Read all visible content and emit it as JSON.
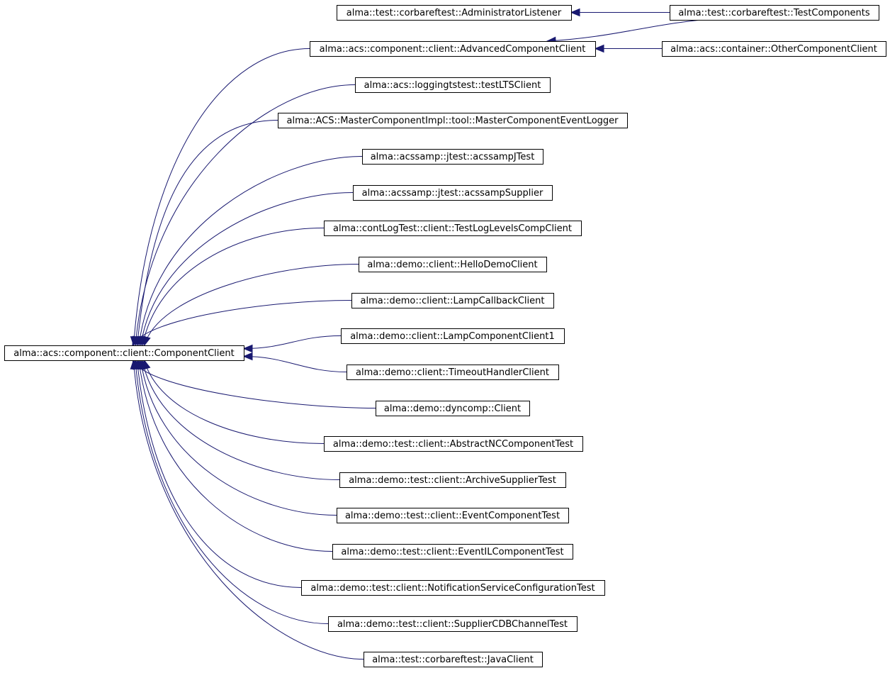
{
  "diagram": {
    "nodes": [
      {
        "id": "component_client",
        "label": "alma::acs::component::client::ComponentClient"
      },
      {
        "id": "admin_listener",
        "label": "alma::test::corbareftest::AdministratorListener"
      },
      {
        "id": "test_components",
        "label": "alma::test::corbareftest::TestComponents"
      },
      {
        "id": "advanced_client",
        "label": "alma::acs::component::client::AdvancedComponentClient"
      },
      {
        "id": "other_client",
        "label": "alma::acs::container::OtherComponentClient"
      },
      {
        "id": "lts_client",
        "label": "alma::acs::loggingtstest::testLTSClient"
      },
      {
        "id": "master_logger",
        "label": "alma::ACS::MasterComponentImpl::tool::MasterComponentEventLogger"
      },
      {
        "id": "acssamp_jtest",
        "label": "alma::acssamp::jtest::acssampJTest"
      },
      {
        "id": "acssamp_supplier",
        "label": "alma::acssamp::jtest::acssampSupplier"
      },
      {
        "id": "log_levels",
        "label": "alma::contLogTest::client::TestLogLevelsCompClient"
      },
      {
        "id": "hello_demo",
        "label": "alma::demo::client::HelloDemoClient"
      },
      {
        "id": "lamp_callback",
        "label": "alma::demo::client::LampCallbackClient"
      },
      {
        "id": "lamp_component",
        "label": "alma::demo::client::LampComponentClient1"
      },
      {
        "id": "timeout_handler",
        "label": "alma::demo::client::TimeoutHandlerClient"
      },
      {
        "id": "dyncomp_client",
        "label": "alma::demo::dyncomp::Client"
      },
      {
        "id": "abstract_nc",
        "label": "alma::demo::test::client::AbstractNCComponentTest"
      },
      {
        "id": "archive_supplier",
        "label": "alma::demo::test::client::ArchiveSupplierTest"
      },
      {
        "id": "event_component",
        "label": "alma::demo::test::client::EventComponentTest"
      },
      {
        "id": "event_il",
        "label": "alma::demo::test::client::EventILComponentTest"
      },
      {
        "id": "notification_config",
        "label": "alma::demo::test::client::NotificationServiceConfigurationTest"
      },
      {
        "id": "supplier_cdb",
        "label": "alma::demo::test::client::SupplierCDBChannelTest"
      },
      {
        "id": "java_client",
        "label": "alma::test::corbareftest::JavaClient"
      }
    ],
    "edges": [
      {
        "from": "test_components",
        "to": "admin_listener"
      },
      {
        "from": "test_components",
        "to": "advanced_client"
      },
      {
        "from": "other_client",
        "to": "advanced_client"
      },
      {
        "from": "advanced_client",
        "to": "component_client"
      },
      {
        "from": "lts_client",
        "to": "component_client"
      },
      {
        "from": "master_logger",
        "to": "component_client"
      },
      {
        "from": "acssamp_jtest",
        "to": "component_client"
      },
      {
        "from": "acssamp_supplier",
        "to": "component_client"
      },
      {
        "from": "log_levels",
        "to": "component_client"
      },
      {
        "from": "hello_demo",
        "to": "component_client"
      },
      {
        "from": "lamp_callback",
        "to": "component_client"
      },
      {
        "from": "lamp_component",
        "to": "component_client"
      },
      {
        "from": "timeout_handler",
        "to": "component_client"
      },
      {
        "from": "dyncomp_client",
        "to": "component_client"
      },
      {
        "from": "abstract_nc",
        "to": "component_client"
      },
      {
        "from": "archive_supplier",
        "to": "component_client"
      },
      {
        "from": "event_component",
        "to": "component_client"
      },
      {
        "from": "event_il",
        "to": "component_client"
      },
      {
        "from": "notification_config",
        "to": "component_client"
      },
      {
        "from": "supplier_cdb",
        "to": "component_client"
      },
      {
        "from": "java_client",
        "to": "component_client"
      }
    ],
    "colors": {
      "edge": "#191970",
      "box_stroke": "#000000",
      "background": "#ffffff"
    }
  }
}
